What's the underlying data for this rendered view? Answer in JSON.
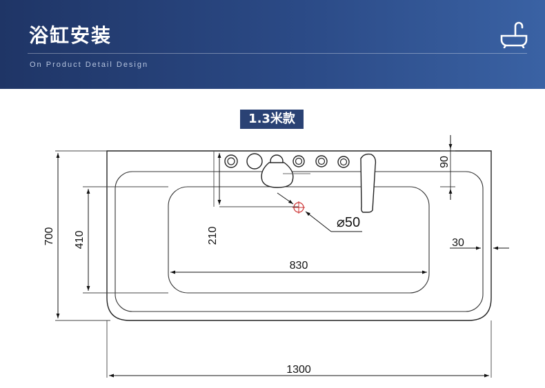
{
  "header": {
    "title": "浴缸安装",
    "subtitle": "On Product Detail Design",
    "icon": "bathtub-icon",
    "colors": {
      "band_start": "#1f3566",
      "band_end": "#3a62a4"
    }
  },
  "model_label": "1.3米款",
  "dimensions": {
    "total_length": "1300",
    "total_width": "700",
    "inner_length": "830",
    "inner_width": "410",
    "rim_offset": "30",
    "faucet_offset": "90",
    "drain_offset": "210",
    "drain_diameter": "⌀50"
  }
}
